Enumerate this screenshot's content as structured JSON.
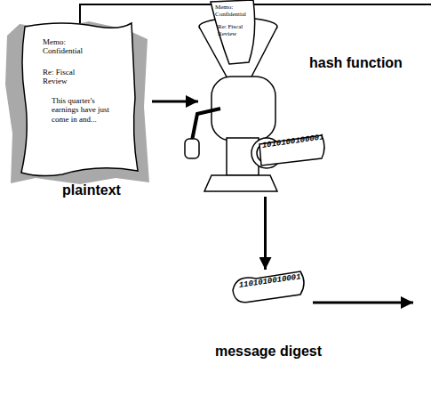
{
  "diagram": {
    "nodes": [
      {
        "text": [
          "Memo: Confidential",
          "Re: Fiscal Review",
          "This quarter's earnings have just come in and...",
          "plaintext"
        ]
      },
      {
        "text": [
          "Memo: Confidential",
          "Re: Fiscal Review",
          "1010100100001",
          "hash function"
        ]
      },
      {
        "text": [
          "1101010010001",
          "message digest"
        ]
      }
    ],
    "edges": [
      {
        "from": 0,
        "to": 1,
        "arrow": "to"
      },
      {
        "from": 1,
        "to": 2,
        "arrow": "to"
      }
    ]
  }
}
